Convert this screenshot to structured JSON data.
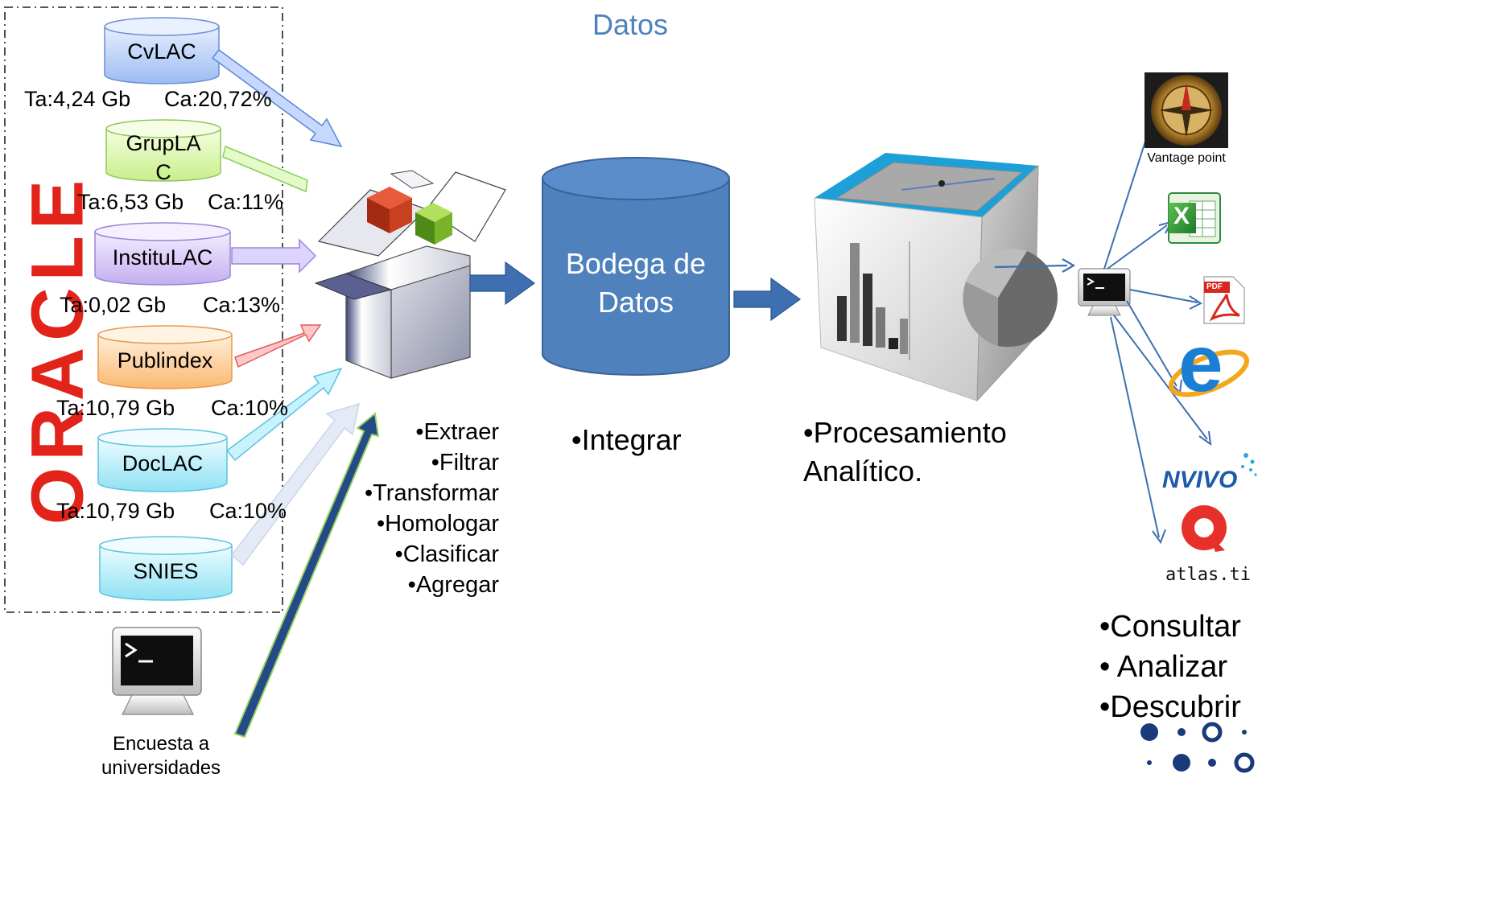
{
  "header": {
    "title": "Datos"
  },
  "vendor": {
    "logo_text": "ORACLE"
  },
  "sources": [
    {
      "name": "CvLAC",
      "size": "Ta:4,24 Gb",
      "share": "Ca:20,72%"
    },
    {
      "name": "GrupLA\nC",
      "size": "Ta:6,53 Gb",
      "share": "Ca:11%"
    },
    {
      "name": "InstituLAC",
      "size": "Ta:0,02 Gb",
      "share": "Ca:13%"
    },
    {
      "name": "Publindex",
      "size": "Ta:10,79 Gb",
      "share": "Ca:10%"
    },
    {
      "name": "DocLAC",
      "size": "Ta:10,79 Gb",
      "share": "Ca:10%"
    },
    {
      "name": "SNIES"
    }
  ],
  "survey": {
    "label": "Encuesta a\nuniversidades"
  },
  "etl": {
    "steps": [
      "•Extraer",
      "•Filtrar",
      "•Transformar",
      "•Homologar",
      "•Clasificar",
      "•Agregar"
    ]
  },
  "warehouse": {
    "label": "Bodega de\nDatos",
    "step": "•Integrar"
  },
  "olap": {
    "step": "•Procesamiento\nAnalítico."
  },
  "tools": {
    "vantage_caption": "Vantage point",
    "excel_letter": "X",
    "pdf_label": "PDF",
    "ie_letter": "e",
    "nvivo_label": "NVIVO",
    "atlas_label": "atlas.ti"
  },
  "end_steps": [
    "•Consultar",
    "• Analizar",
    "•Descubrir"
  ],
  "colors": {
    "title_blue": "#4f81bd",
    "warehouse_fill": "#4f81bd",
    "arrow_blue": "#3e6fb1",
    "oracle_red": "#e2231a"
  }
}
